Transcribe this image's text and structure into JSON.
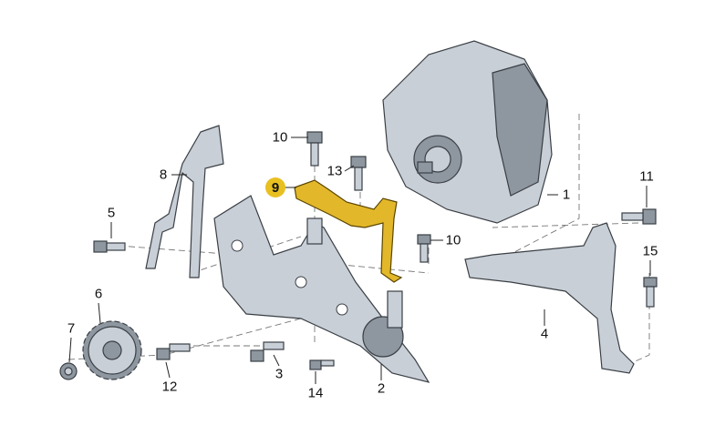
{
  "diagram": {
    "highlight_color": "#e8c020",
    "callouts": [
      {
        "id": "1",
        "label": "1"
      },
      {
        "id": "2",
        "label": "2"
      },
      {
        "id": "3",
        "label": "3"
      },
      {
        "id": "4",
        "label": "4"
      },
      {
        "id": "5",
        "label": "5"
      },
      {
        "id": "6",
        "label": "6"
      },
      {
        "id": "7",
        "label": "7"
      },
      {
        "id": "8",
        "label": "8"
      },
      {
        "id": "9",
        "label": "9",
        "highlighted": true
      },
      {
        "id": "10a",
        "label": "10"
      },
      {
        "id": "10b",
        "label": "10"
      },
      {
        "id": "11",
        "label": "11"
      },
      {
        "id": "12",
        "label": "12"
      },
      {
        "id": "13",
        "label": "13"
      },
      {
        "id": "14",
        "label": "14"
      },
      {
        "id": "15",
        "label": "15"
      }
    ]
  }
}
